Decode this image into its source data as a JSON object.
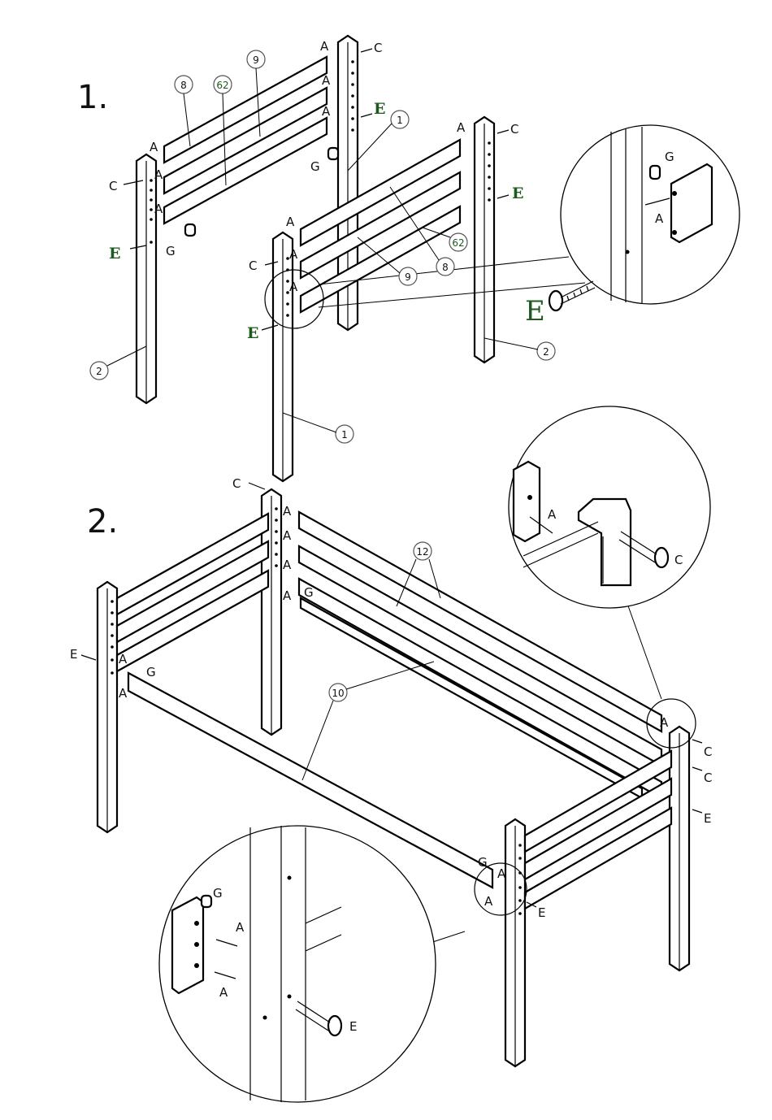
{
  "steps": {
    "step1": "1.",
    "step2": "2."
  },
  "parts": {
    "p1": "1",
    "p2": "2",
    "p8": "8",
    "p9": "9",
    "p10": "10",
    "p12": "12",
    "p62": "62"
  },
  "hardware": {
    "A": "A",
    "C": "C",
    "E": "E",
    "G": "G"
  },
  "colors": {
    "line": "#000000",
    "hardware_e_label": "#1e5a1e",
    "background": "#ffffff"
  }
}
